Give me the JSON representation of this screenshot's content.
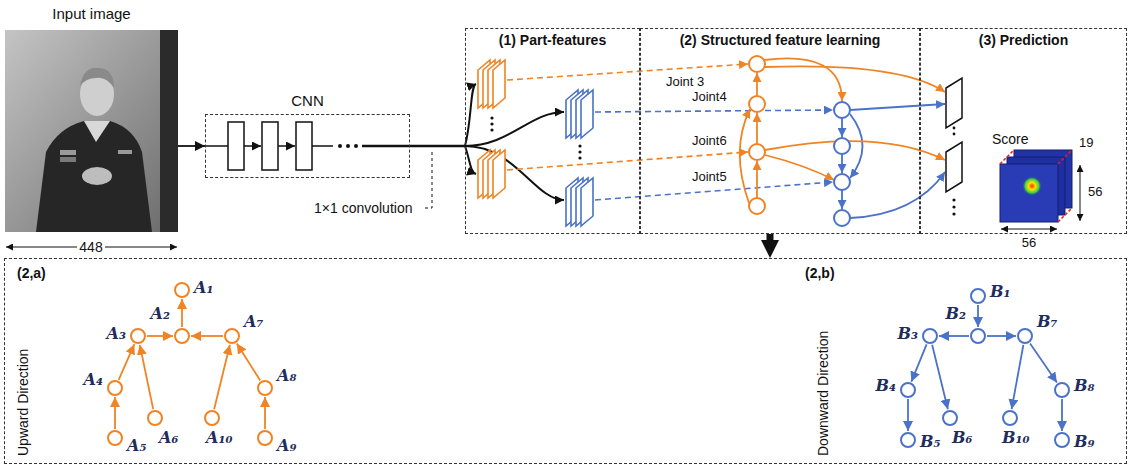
{
  "diagram": {
    "nodes": [
      {
        "text": [
          "Input image"
        ]
      },
      {
        "text": [
          "CNN"
        ]
      },
      {
        "text": [
          "(1) Part-features"
        ]
      },
      {
        "text": [
          "(2) Structured feature learning"
        ]
      },
      {
        "text": [
          "(3) Prediction"
        ]
      },
      {
        "text": [
          "(2,a)",
          "Upward Direction",
          "(2,b)",
          "Downward Direction"
        ]
      },
      {
        "text": [
          "A₁"
        ],
        "in": 5
      },
      {
        "text": [
          "A₂"
        ],
        "in": 5
      },
      {
        "text": [
          "A₃"
        ],
        "in": 5
      },
      {
        "text": [
          "A₄"
        ],
        "in": 5
      },
      {
        "text": [
          "A₅"
        ],
        "in": 5
      },
      {
        "text": [
          "A₆"
        ],
        "in": 5
      },
      {
        "text": [
          "A₇"
        ],
        "in": 5
      },
      {
        "text": [
          "A₈"
        ],
        "in": 5
      },
      {
        "text": [
          "A₉"
        ],
        "in": 5
      },
      {
        "text": [
          "A₁₀"
        ],
        "in": 5
      },
      {
        "text": [
          "B₁"
        ],
        "in": 5
      },
      {
        "text": [
          "B₂"
        ],
        "in": 5
      },
      {
        "text": [
          "B₃"
        ],
        "in": 5
      },
      {
        "text": [
          "B₄"
        ],
        "in": 5
      },
      {
        "text": [
          "B₅"
        ],
        "in": 5
      },
      {
        "text": [
          "B₆"
        ],
        "in": 5
      },
      {
        "text": [
          "B₇"
        ],
        "in": 5
      },
      {
        "text": [
          "B₈"
        ],
        "in": 5
      },
      {
        "text": [
          "B₉"
        ],
        "in": 5
      },
      {
        "text": [
          "B₁₀"
        ],
        "in": 5
      }
    ],
    "edges": [
      {
        "from": 0,
        "to": 1,
        "arrow": "to"
      },
      {
        "from": 1,
        "to": 2,
        "arrow": "none"
      },
      {
        "from": 3,
        "to": 5,
        "arrow": "to"
      },
      {
        "from": 10,
        "to": 9,
        "arrow": "to"
      },
      {
        "from": 9,
        "to": 8,
        "arrow": "to"
      },
      {
        "from": 11,
        "to": 8,
        "arrow": "to"
      },
      {
        "from": 8,
        "to": 7,
        "arrow": "to"
      },
      {
        "from": 12,
        "to": 7,
        "arrow": "to"
      },
      {
        "from": 7,
        "to": 6,
        "arrow": "to"
      },
      {
        "from": 15,
        "to": 12,
        "arrow": "to"
      },
      {
        "from": 14,
        "to": 13,
        "arrow": "to"
      },
      {
        "from": 13,
        "to": 12,
        "arrow": "to"
      },
      {
        "from": 16,
        "to": 17,
        "arrow": "to"
      },
      {
        "from": 17,
        "to": 18,
        "arrow": "to"
      },
      {
        "from": 17,
        "to": 22,
        "arrow": "to"
      },
      {
        "from": 18,
        "to": 19,
        "arrow": "to"
      },
      {
        "from": 18,
        "to": 21,
        "arrow": "to"
      },
      {
        "from": 19,
        "to": 20,
        "arrow": "to"
      },
      {
        "from": 22,
        "to": 25,
        "arrow": "to"
      },
      {
        "from": 22,
        "to": 23,
        "arrow": "to"
      },
      {
        "from": 23,
        "to": 24,
        "arrow": "to"
      }
    ],
    "labels": [
      "448",
      "1×1 convolution",
      "Joint 3",
      "Joint4",
      "Joint6",
      "Joint5",
      "Score",
      "19",
      "56",
      "56"
    ]
  }
}
